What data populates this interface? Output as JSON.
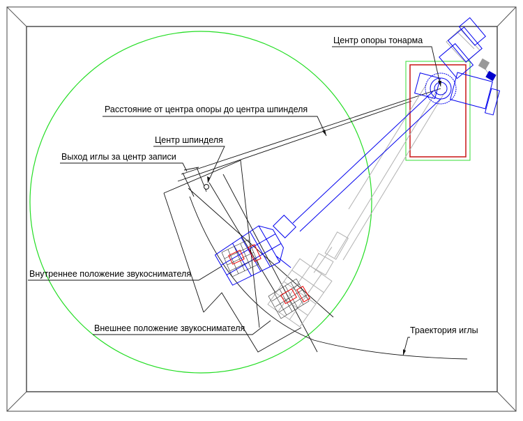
{
  "labels": {
    "pivot_center": "Центр опоры тонарма",
    "pivot_to_spindle_distance": "Расстояние от центра опоры до центра шпинделя",
    "spindle_center": "Центр шпинделя",
    "overhang": "Выход иглы за центр записи",
    "inner_position": "Внутреннее положение звукоснимателя",
    "outer_position": "Внешнее положение звукоснимателя",
    "stylus_trajectory": "Траектория иглы"
  },
  "colors": {
    "platter_circle": "#22dd22",
    "arm_inner": "#0000ee",
    "arm_outer": "#b0b0b0",
    "mount_plate": "#cc2222",
    "mount_outline": "#33dd33",
    "cartridge_mark": "#ee0000"
  }
}
